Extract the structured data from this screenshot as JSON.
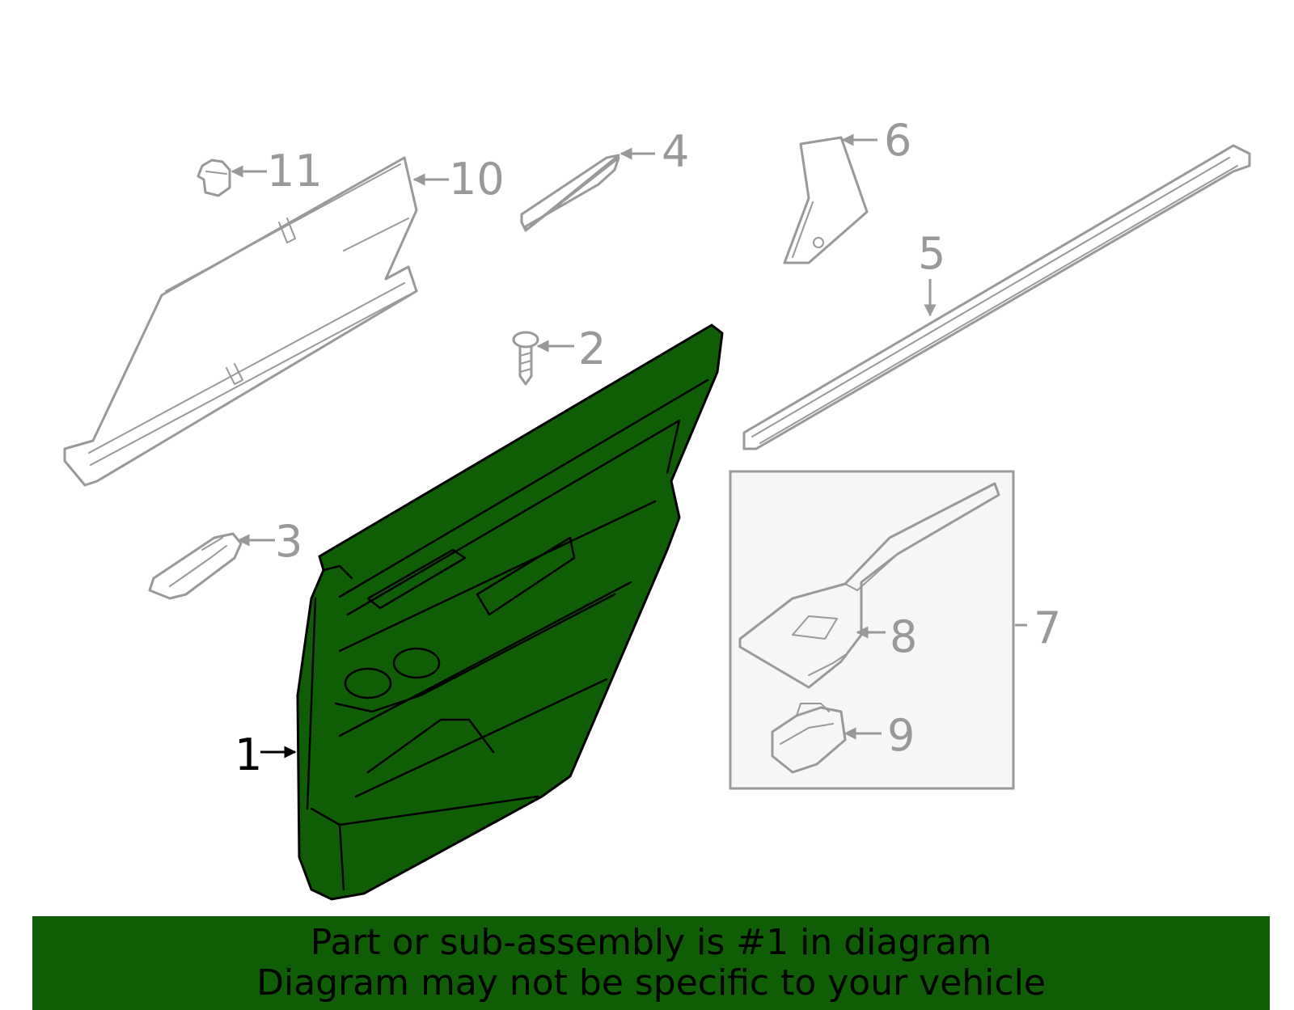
{
  "colors": {
    "highlight": "#0f5e06",
    "parts_stroke": "#999999",
    "inset_box_fill": "#f6f6f6",
    "banner_bg": "#0f5e06",
    "banner_text": "#000000"
  },
  "callouts": {
    "c1": "1",
    "c2": "2",
    "c3": "3",
    "c4": "4",
    "c5": "5",
    "c6": "6",
    "c7": "7",
    "c8": "8",
    "c9": "9",
    "c10": "10",
    "c11": "11"
  },
  "highlighted_part": "1",
  "banner": {
    "line1": "Part or sub-assembly is #1 in diagram",
    "line2": "Diagram may not be specific to your vehicle"
  }
}
